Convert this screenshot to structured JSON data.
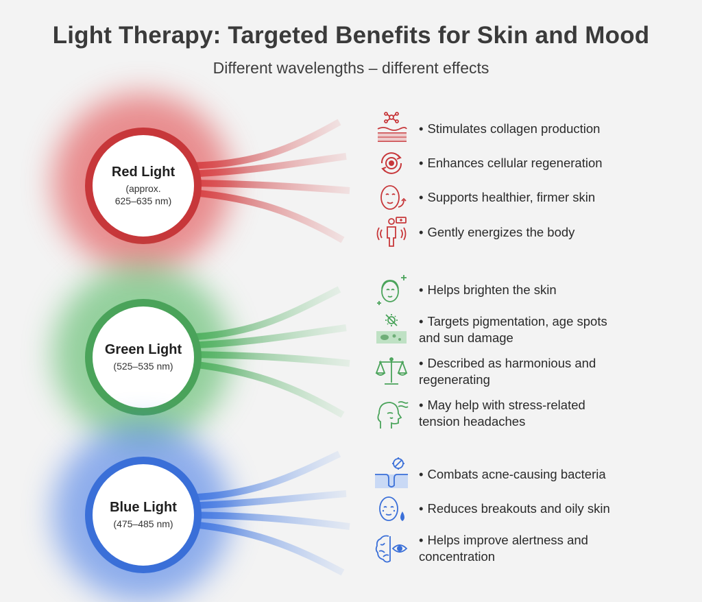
{
  "header": {
    "title": "Light Therapy: Targeted Benefits for Skin and Mood",
    "subtitle": "Different wavelengths – different effects"
  },
  "colors": {
    "red": "#c7373a",
    "green": "#4aa35a",
    "blue": "#3a6fd8"
  },
  "groups": [
    {
      "name": "Red Light",
      "wavelength": "(approx.\n625–635 nm)",
      "color": "#c7373a",
      "items": [
        {
          "icon": "collagen-skin-icon",
          "text": "Stimulates collagen production"
        },
        {
          "icon": "cell-regeneration-icon",
          "text": "Enhances cellular regeneration"
        },
        {
          "icon": "face-firming-icon",
          "text": "Supports healthier, firmer skin"
        },
        {
          "icon": "body-energy-icon",
          "text": "Gently energizes the body"
        }
      ]
    },
    {
      "name": "Green Light",
      "wavelength": "(525–535 nm)",
      "color": "#4aa35a",
      "items": [
        {
          "icon": "bright-face-icon",
          "text": "Helps brighten the skin"
        },
        {
          "icon": "pigmentation-icon",
          "text": "Targets pigmentation, age spots\nand sun damage"
        },
        {
          "icon": "balance-scale-icon",
          "text": "Described as harmonious and\nregenerating"
        },
        {
          "icon": "head-tension-icon",
          "text": "May help with stress-related\ntension headaches"
        }
      ]
    },
    {
      "name": "Blue Light",
      "wavelength": "(475–485 nm)",
      "color": "#3a6fd8",
      "items": [
        {
          "icon": "acne-bacteria-icon",
          "text": "Combats acne-causing bacteria"
        },
        {
          "icon": "oily-skin-face-icon",
          "text": "Reduces breakouts and oily skin"
        },
        {
          "icon": "brain-eye-icon",
          "text": "Helps improve alertness and\nconcentration"
        }
      ]
    }
  ]
}
